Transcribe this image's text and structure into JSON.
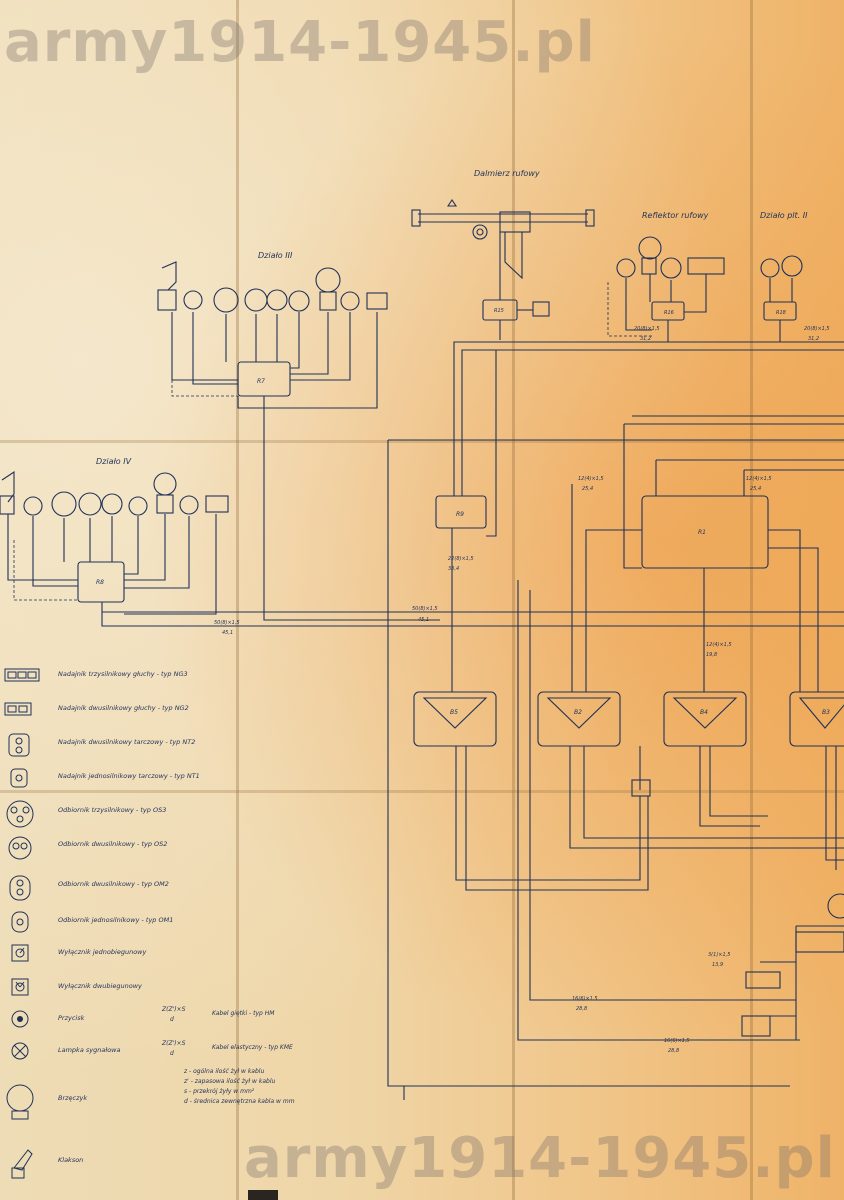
{
  "watermark": "army1914-1945.pl",
  "sections": {
    "dalmierz": "Dalmierz rufowy",
    "reflektor": "Reflektor rufowy",
    "dzialo_pl": "Działo plt. II",
    "dzialo3": "Działo III",
    "dzialo4": "Działo IV"
  },
  "nodes": {
    "r7": "R7",
    "r8": "R8",
    "r9": "R9",
    "r1": "R1",
    "r15": "R15",
    "r16": "R16",
    "r18": "R18",
    "b5": "B5",
    "b2": "B2",
    "b4": "B4",
    "b3": "B3"
  },
  "cables": {
    "c1": "50(8)×1,5",
    "c1b": "45,1",
    "c2": "12(4)×1,5",
    "c2b": "25,4",
    "c3": "12(4)×1,5",
    "c3b": "25,4",
    "c4": "20(8)×1,5",
    "c4b": "31,2",
    "c5": "20(8)×1,5",
    "c5b": "31,2",
    "c6": "12(4)×1,5",
    "c6b": "19,8",
    "c7": "16(6)×1,5",
    "c7b": "28,8",
    "c8": "16(6)×1,5",
    "c8b": "28,8",
    "c9": "3(1)×1,5",
    "c9b": "13,9",
    "c10": "22(8)×1,5",
    "c10b": "33,4",
    "c11": "50(8)×1,5",
    "c11b": "45,1"
  },
  "legend": [
    {
      "label": "Nadajnik trzysilnikowy głuchy - typ NG3",
      "icon": "transmitter-3-icon"
    },
    {
      "label": "Nadajnik dwusilnikowy głuchy - typ NG2",
      "icon": "transmitter-2-icon"
    },
    {
      "label": "Nadajnik dwusilnikowy tarczowy - typ NT2",
      "icon": "dial-transmitter-2-icon"
    },
    {
      "label": "Nadajnik jednosilnikowy tarczowy - typ NT1",
      "icon": "dial-transmitter-1-icon"
    },
    {
      "label": "Odbiornik trzysilnikowy - typ OS3",
      "icon": "receiver-3-icon"
    },
    {
      "label": "Odbiornik dwusilnikowy - typ OS2",
      "icon": "receiver-2-icon"
    },
    {
      "label": "Odbiornik dwusilnikowy - typ OM2",
      "icon": "receiver-om2-icon"
    },
    {
      "label": "Odbiornik jednosilnikowy - typ OM1",
      "icon": "receiver-om1-icon"
    },
    {
      "label": "Wyłącznik jednobiegunowy",
      "icon": "switch-1-pole-icon"
    },
    {
      "label": "Wyłącznik dwubiegunowy",
      "icon": "switch-2-pole-icon"
    },
    {
      "label": "Przycisk",
      "icon": "push-button-icon"
    },
    {
      "label": "Lampka sygnałowa",
      "icon": "signal-lamp-icon"
    },
    {
      "label": "Brzęczyk",
      "icon": "buzzer-icon"
    },
    {
      "label": "Klakson",
      "icon": "horn-icon"
    }
  ],
  "cable_notes": {
    "hm_formula": "Z(Z')×S",
    "hm_sub": "d",
    "hm_label": "Kabel giętki - typ HM",
    "kme_formula": "Z(Z')×S",
    "kme_sub": "d",
    "kme_label": "Kabel elastyczny - typ KME",
    "n1": "z - ogólna ilość żył w kablu",
    "n2": "z' - zapasowa ilość żył w kablu",
    "n3": "s - przekrój żyły w mm²",
    "n4": "d - średnica zewnętrzna kabla w mm"
  },
  "colors": {
    "ink": "#1f3158",
    "paper": "#eedcb6",
    "stain": "#efb368"
  }
}
